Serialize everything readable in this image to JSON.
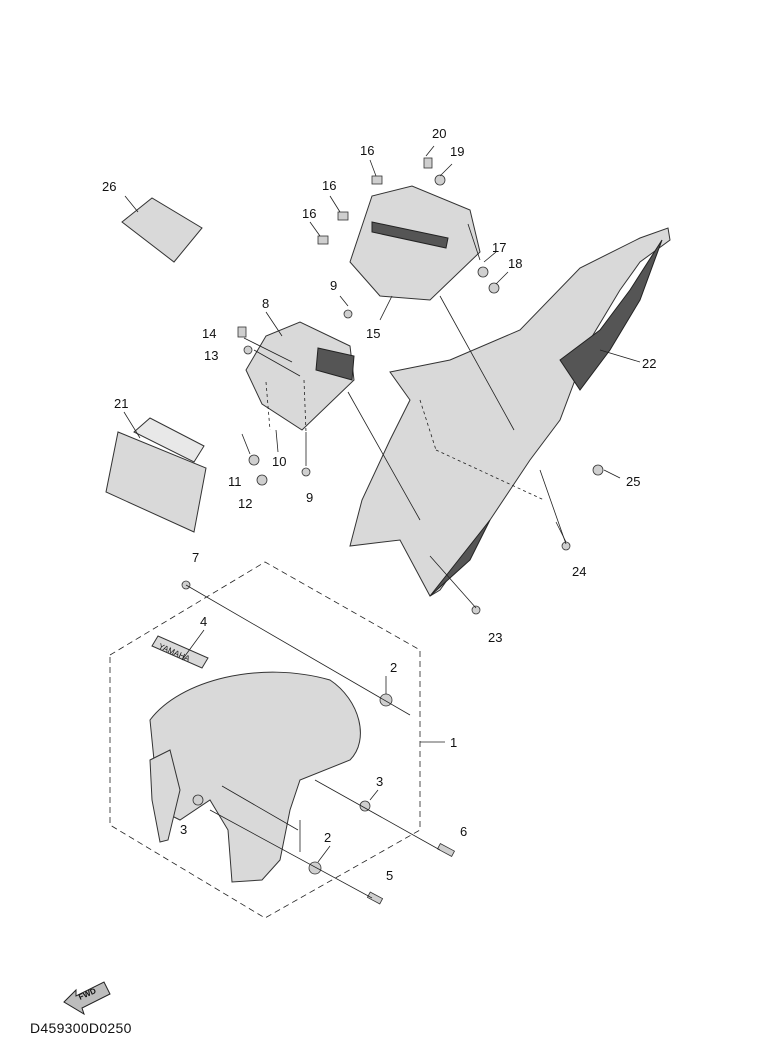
{
  "diagram": {
    "callouts": [
      "1",
      "2",
      "2",
      "3",
      "3",
      "4",
      "5",
      "6",
      "7",
      "8",
      "9",
      "9",
      "10",
      "11",
      "12",
      "13",
      "14",
      "15",
      "16",
      "16",
      "16",
      "17",
      "18",
      "19",
      "20",
      "21",
      "22",
      "23",
      "24",
      "25",
      "26"
    ],
    "emblem_text": "YAMAHA",
    "fwd_label": "FWD",
    "drawing_code": "D459300D0250"
  }
}
